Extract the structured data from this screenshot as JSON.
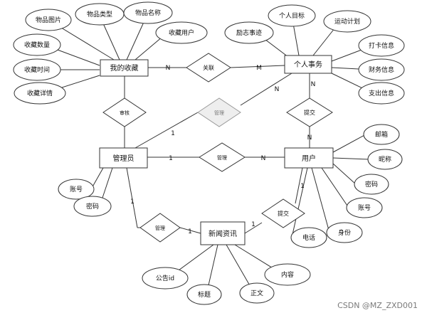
{
  "entities": {
    "favorites": "我的收藏",
    "personal": "个人事务",
    "admin": "管理员",
    "user": "用户",
    "news": "新闻资讯"
  },
  "relationships": {
    "rel_assoc": "关联",
    "rel_audit": "审核",
    "rel_manage1": "管理",
    "rel_manage2": "管理",
    "rel_manage3": "管理",
    "rel_submit1": "提交",
    "rel_submit2": "提交"
  },
  "attributes": {
    "item_image": "物品图片",
    "item_type": "物品类型",
    "item_name": "物品名称",
    "fav_count": "收藏数量",
    "fav_user": "收藏用户",
    "fav_time": "收藏时间",
    "fav_detail": "收藏详情",
    "personal_goal": "个人目标",
    "exercise_plan": "运动计划",
    "inspiring_story": "励志事迹",
    "checkin_info": "打卡信息",
    "finance_info": "财务信息",
    "expense_info": "支出信息",
    "admin_account": "账号",
    "admin_password": "密码",
    "email": "邮箱",
    "nickname": "昵称",
    "user_password": "密码",
    "user_account": "账号",
    "phone": "电话",
    "identity": "身份",
    "notice_id": "公告id",
    "title": "标题",
    "body": "正文",
    "content": "内容"
  },
  "cardinalities": {
    "c_fav_n": "N",
    "c_pers_m": "M",
    "c_pers_n": "N",
    "c_user_n_top": "N",
    "c_admin_1_diag": "1",
    "c_admin_1": "1",
    "c_user_n": "N",
    "c_admin_1_down": "1",
    "c_news_1": "1",
    "c_news_1b": "1",
    "c_user_1": "1",
    "c_pers_n_diag": "N"
  },
  "watermark": "CSDN @MZ_ZXD001"
}
